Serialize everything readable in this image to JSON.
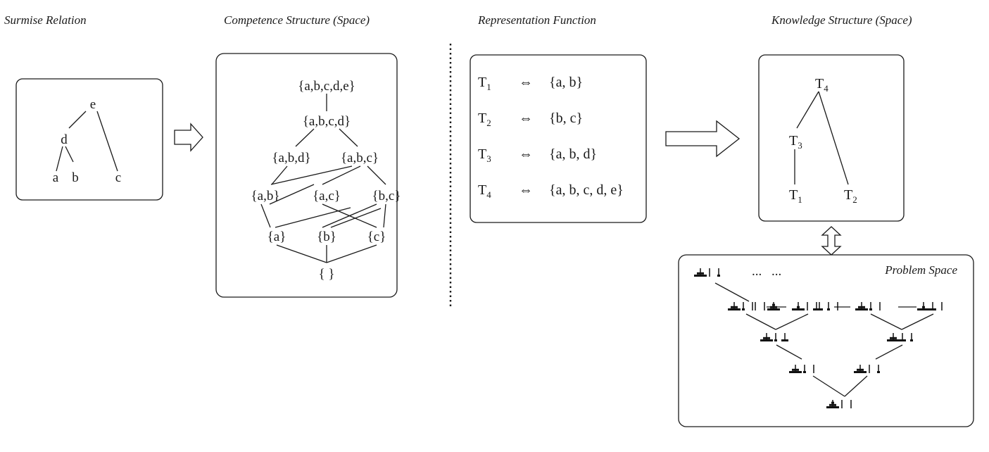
{
  "headers": {
    "surmise": "Surmise Relation",
    "competence": "Competence Structure (Space)",
    "representation": "Representation Function",
    "knowledge": "Knowledge Structure (Space)",
    "problem_space": "Problem Space"
  },
  "surmise_nodes": [
    "e",
    "d",
    "a",
    "b",
    "c"
  ],
  "competence_nodes": [
    "{a,b,c,d,e}",
    "{a,b,c,d}",
    "{a,b,d}",
    "{a,b,c}",
    "{a,b}",
    "{a,c}",
    "{b,c}",
    "{a}",
    "{b}",
    "{c}",
    "{ }"
  ],
  "representation_rows": [
    {
      "t": "T",
      "sub": "1",
      "arrow": "⇔",
      "set": "{a, b}"
    },
    {
      "t": "T",
      "sub": "2",
      "arrow": "⇔",
      "set": "{b, c}"
    },
    {
      "t": "T",
      "sub": "3",
      "arrow": "⇔",
      "set": "{a, b, d}"
    },
    {
      "t": "T",
      "sub": "4",
      "arrow": "⇔",
      "set": "{a, b, c, d, e}"
    }
  ],
  "knowledge_nodes": [
    {
      "t": "T",
      "sub": "4"
    },
    {
      "t": "T",
      "sub": "3"
    },
    {
      "t": "T",
      "sub": "1"
    },
    {
      "t": "T",
      "sub": "2"
    }
  ],
  "problem_space_ellipses": [
    "...",
    "..."
  ],
  "colors": {
    "stroke": "#1a1a1a",
    "fill": "#ffffff",
    "disk": "#111111"
  }
}
